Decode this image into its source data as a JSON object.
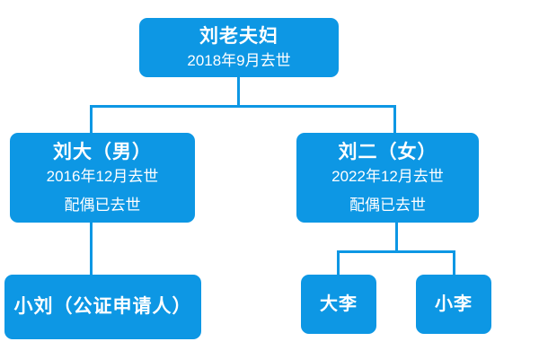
{
  "diagram": {
    "type": "family-tree",
    "colors": {
      "node_fill": "#0d97e4",
      "line": "#0d97e4",
      "text": "#ffffff",
      "background": "#ffffff"
    },
    "nodes": {
      "root": {
        "title": "刘老夫妇",
        "death": "2018年9月去世"
      },
      "liu_da": {
        "title": "刘大（男）",
        "death": "2016年12月去世",
        "spouse": "配偶已去世"
      },
      "liu_er": {
        "title": "刘二（女）",
        "death": "2022年12月去世",
        "spouse": "配偶已去世"
      },
      "xiao_liu": {
        "title": "小刘（公证申请人）"
      },
      "da_li": {
        "title": "大李"
      },
      "xiao_li": {
        "title": "小李"
      }
    },
    "edges": [
      {
        "from": "root",
        "to": "liu_da"
      },
      {
        "from": "root",
        "to": "liu_er"
      },
      {
        "from": "liu_da",
        "to": "xiao_liu"
      },
      {
        "from": "liu_er",
        "to": "da_li"
      },
      {
        "from": "liu_er",
        "to": "xiao_li"
      }
    ]
  }
}
